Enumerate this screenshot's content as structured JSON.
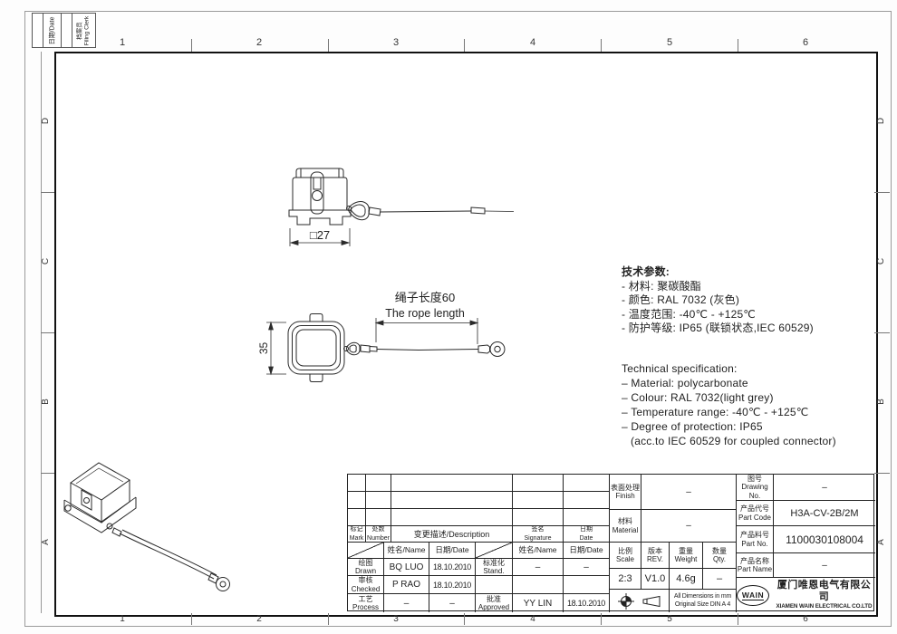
{
  "sheet": {
    "zones_top": [
      "1",
      "2",
      "3",
      "4",
      "5",
      "6"
    ],
    "zones_bottom": [
      "1",
      "2",
      "3",
      "4",
      "5",
      "6"
    ],
    "zones_left": [
      "D",
      "C",
      "B",
      "A"
    ],
    "zones_right": [
      "D",
      "C",
      "B",
      "A"
    ],
    "filing": {
      "date": "日期/Date",
      "clerk_cn": "档案员",
      "clerk_en": "Filing Clerk"
    }
  },
  "views": {
    "front": {
      "width_dim": "□27"
    },
    "plan": {
      "height_dim": "35",
      "rope_len_cn": "绳子长度60",
      "rope_len_en": "The rope length"
    }
  },
  "specs_cn": {
    "title": "技术参数:",
    "lines": [
      "- 材料: 聚碳酸酯",
      "- 颜色: RAL 7032 (灰色)",
      "- 温度范围: -40℃ - +125℃",
      "- 防护等级: IP65 (联锁状态,IEC 60529)"
    ]
  },
  "specs_en": {
    "title": "Technical specification:",
    "lines": [
      "– Material: polycarbonate",
      "– Colour: RAL 7032(light grey)",
      "– Temperature range: -40℃ - +125℃",
      "– Degree of protection: IP65",
      "(acc.to IEC 60529 for coupled connector)"
    ]
  },
  "title_block": {
    "rev": {
      "mark_cn": "标记",
      "mark_en": "Mark",
      "number_cn": "处数",
      "number_en": "Number",
      "desc": "变更描述/Description",
      "sig_cn": "签名",
      "sig_en": "Signature",
      "date_cn": "日期",
      "date_en": "Date",
      "name_sub": "姓名/Name",
      "date_sub": "日期/Date"
    },
    "rows": {
      "drawn": {
        "cn": "绘图",
        "en": "Drawn",
        "name": "BQ LUO",
        "date": "18.10.2010"
      },
      "checked": {
        "cn": "审核",
        "en": "Checked",
        "name": "P RAO",
        "date": "18.10.2010"
      },
      "process": {
        "cn": "工艺",
        "en": "Process",
        "name": "–",
        "date": "–"
      },
      "stand": {
        "cn": "标准化",
        "en": "Stand.",
        "name": "–",
        "date": "–"
      },
      "approved": {
        "cn": "批准",
        "en": "Approved",
        "name": "YY LIN",
        "date": "18.10.2010"
      }
    },
    "props": {
      "finish_cn": "表面处理",
      "finish_en": "Finish",
      "finish_val": "–",
      "material_cn": "材料",
      "material_en": "Material",
      "material_val": "–",
      "scale_cn": "比例",
      "scale_en": "Scale",
      "scale_val": "2:3",
      "rev_cn": "版本",
      "rev_en": "REV.",
      "rev_val": "V1.0",
      "weight_cn": "重量",
      "weight_en": "Weight",
      "weight_val": "4.6g",
      "qty_cn": "数量",
      "qty_en": "Qty.",
      "qty_val": "–",
      "note_line1": "All Dimensions in mm",
      "note_line2": "Original Size DIN A 4"
    },
    "ids": {
      "drawing_no_cn": "图号",
      "drawing_no_en": "Drawing No.",
      "drawing_no_val": "–",
      "part_code_cn": "产品代号",
      "part_code_en": "Part Code",
      "part_code_val": "H3A-CV-2B/2M",
      "part_no_cn": "产品料号",
      "part_no_en": "Part No.",
      "part_no_val": "1100030108004",
      "part_name_cn": "产品名称",
      "part_name_en": "Part Name",
      "part_name_val": "–"
    },
    "company": {
      "logo": "WAIN",
      "name_cn": "厦门唯恩电气有限公司",
      "name_en": "XIAMEN WAIN ELECTRICAL CO.LTD"
    }
  }
}
